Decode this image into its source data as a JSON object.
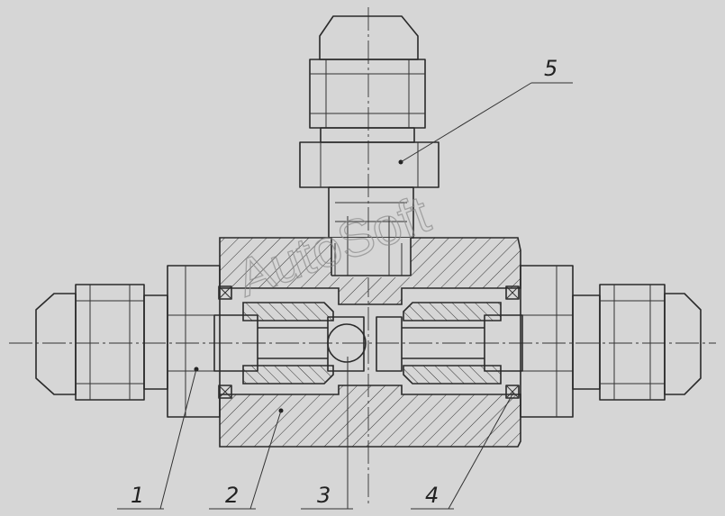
{
  "watermark": "AutoSoft",
  "callouts": [
    {
      "label": "1"
    },
    {
      "label": "2"
    },
    {
      "label": "3"
    },
    {
      "label": "4"
    },
    {
      "label": "5"
    }
  ]
}
